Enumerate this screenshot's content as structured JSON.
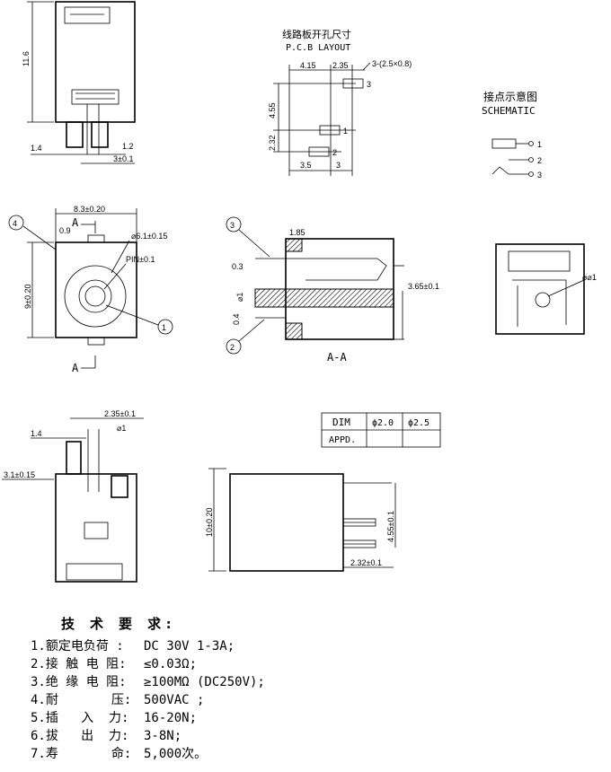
{
  "pcb_layout": {
    "title_cn": "线路板开孔尺寸",
    "title_en": "P.C.B LAYOUT",
    "dims": [
      "4.15",
      "2.35",
      "3-(2.5×0.8)",
      "4.55",
      "2.32",
      "3.5",
      "3"
    ],
    "pins": [
      "1",
      "2",
      "3"
    ]
  },
  "schematic": {
    "title_cn": "接点示意图",
    "title_en": "SCHEMATIC",
    "pins": [
      "1",
      "2",
      "3"
    ]
  },
  "side_view_top": {
    "height": "11.6",
    "dims": [
      "1.4",
      "1.2",
      "3±0.1"
    ]
  },
  "front_view": {
    "dims": [
      "8.3±0.20",
      "0.9",
      "⌀6.1±0.15",
      "PIN±0.1",
      "9±0.20"
    ],
    "section_marks": [
      "A",
      "A"
    ],
    "callouts": [
      "4",
      "1"
    ]
  },
  "section_view": {
    "dims": [
      "1.85",
      "0.3",
      "⌀1",
      "0.4",
      "3.65±0.1"
    ],
    "callouts": [
      "3",
      "2"
    ],
    "label": "A-A"
  },
  "rear_view": {
    "dims": [
      "⌀⌀1"
    ]
  },
  "bottom_left_view": {
    "dims": [
      "2.35±0.1",
      "⌀1",
      "1.4",
      "3.1±0.15"
    ]
  },
  "right_side_view": {
    "dims": [
      "10±0.20",
      "4.55±0.1",
      "2.32±0.1"
    ]
  },
  "dim_table": {
    "headers": [
      "DIM",
      "ϕ2.0",
      "ϕ2.5"
    ],
    "row_label": "APPD."
  },
  "requirements": {
    "title": "技 术 要 求:",
    "items": [
      {
        "label": "1.额定电负荷 :",
        "value": "DC 30V 1-3A;"
      },
      {
        "label": "2.接 触 电 阻:",
        "value": "≤0.03Ω;"
      },
      {
        "label": "3.绝 缘 电 阻:",
        "value": "≥100MΩ (DC250V);"
      },
      {
        "label": "4.耐       压:",
        "value": "500VAC ;"
      },
      {
        "label": "5.插   入  力:",
        "value": "16-20N;"
      },
      {
        "label": "6.拔   出  力:",
        "value": "3-8N;"
      },
      {
        "label": "7.寿       命:",
        "value": "5,000次。"
      }
    ]
  }
}
